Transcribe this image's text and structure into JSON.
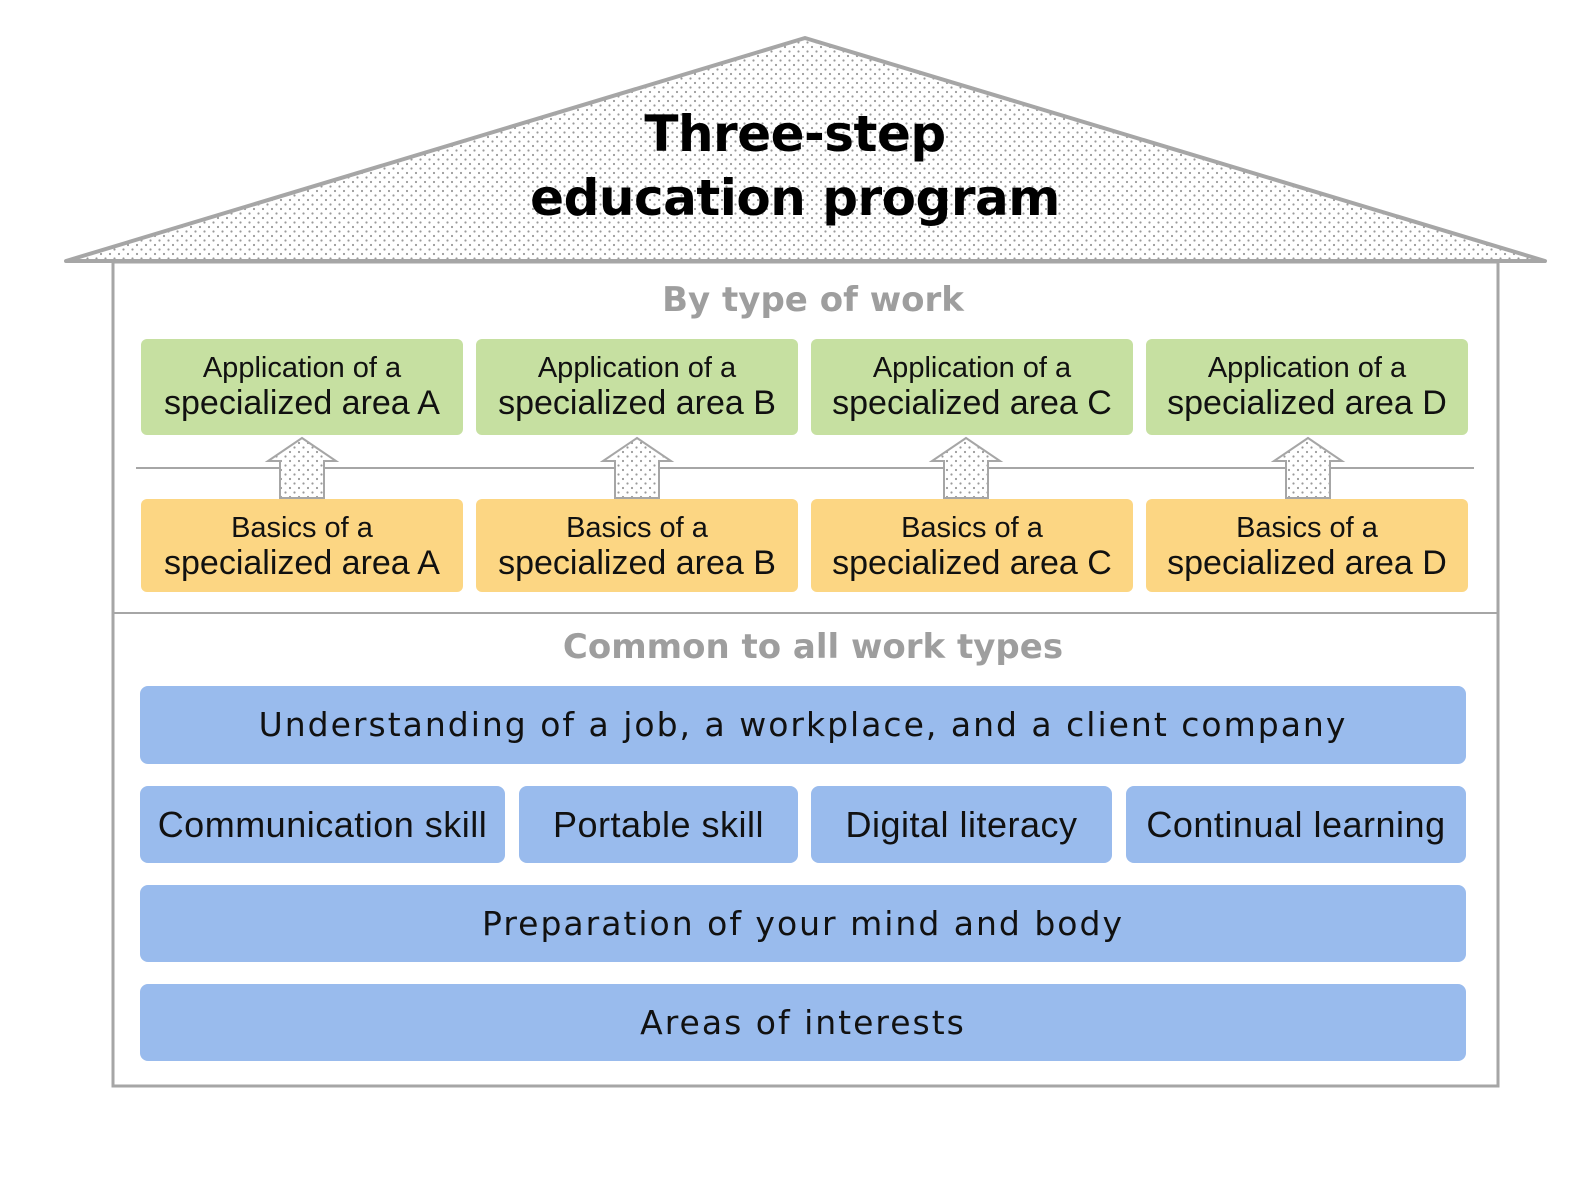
{
  "title": {
    "line1": "Three-step",
    "line2": "education program"
  },
  "by_type": {
    "label": "By type of work",
    "columns": [
      {
        "application_line1": "Application of a",
        "application_line2": "specialized area A",
        "basics_line1": "Basics of a",
        "basics_line2": "specialized area A"
      },
      {
        "application_line1": "Application of a",
        "application_line2": "specialized area B",
        "basics_line1": "Basics of a",
        "basics_line2": "specialized area B"
      },
      {
        "application_line1": "Application of a",
        "application_line2": "specialized area C",
        "basics_line1": "Basics of a",
        "basics_line2": "specialized area C"
      },
      {
        "application_line1": "Application of a",
        "application_line2": "specialized area D",
        "basics_line1": "Basics of a",
        "basics_line2": "specialized area D"
      }
    ]
  },
  "common": {
    "label": "Common to all work types",
    "understanding": "Understanding of a job, a workplace, and a client company",
    "skills": [
      "Communication skill",
      "Portable skill",
      "Digital literacy",
      "Continual learning"
    ],
    "preparation": "Preparation of your mind and body",
    "interests": "Areas of interests"
  },
  "colors": {
    "application": "#c6e0a1",
    "basics": "#fcd683",
    "common": "#99bbed",
    "outline": "#a6a6a6",
    "section_label": "#9e9e9e"
  }
}
